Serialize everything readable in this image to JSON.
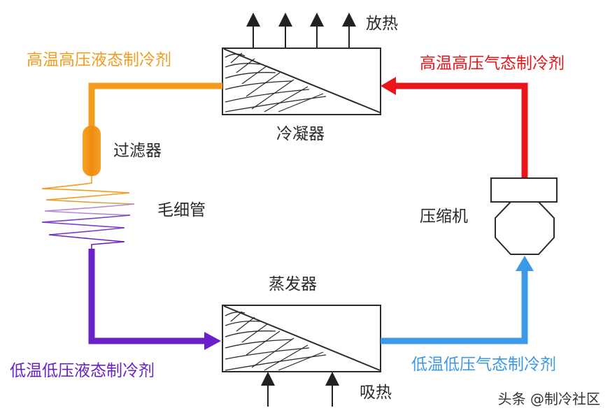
{
  "labels": {
    "heat_release": "放热",
    "heat_absorb": "吸热",
    "high_temp_liquid": "高温高压液态制冷剂",
    "high_temp_gas": "高温高压气态制冷剂",
    "low_temp_liquid": "低温低压液态制冷剂",
    "low_temp_gas": "低温低压气态制冷剂",
    "condenser": "冷凝器",
    "filter": "过滤器",
    "capillary": "毛细管",
    "compressor": "压缩机",
    "evaporator": "蒸发器"
  },
  "watermark": "头条 @制冷社区",
  "colors": {
    "orange": "#f39c1e",
    "red": "#e8151b",
    "purple": "#6a22c8",
    "blue": "#3c99e6",
    "outline": "#2b2b2b"
  },
  "icons": [
    "heat-arrow-up-icon",
    "flow-arrow-icon"
  ]
}
